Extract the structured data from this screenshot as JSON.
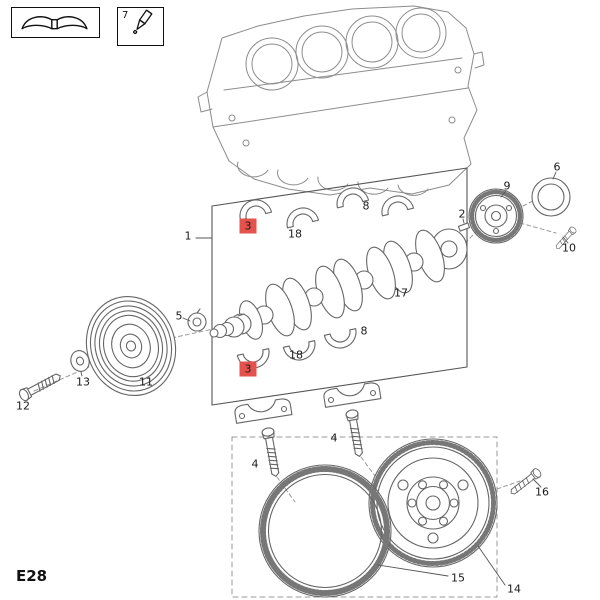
{
  "page_code": "E28",
  "legend": {
    "box2_number": "7"
  },
  "labels": {
    "1": "1",
    "2": "2",
    "3": "3",
    "4": "4",
    "5": "5",
    "6": "6",
    "7": "7",
    "8": "8",
    "9": "9",
    "10": "10",
    "11": "11",
    "12": "12",
    "13": "13",
    "14": "14",
    "15": "15",
    "16": "16",
    "17": "17",
    "18": "18"
  },
  "highlighted_labels": [
    "3"
  ],
  "colors": {
    "highlight": "#e4534b",
    "line": "#666666",
    "block_line": "#8c8c8c"
  }
}
